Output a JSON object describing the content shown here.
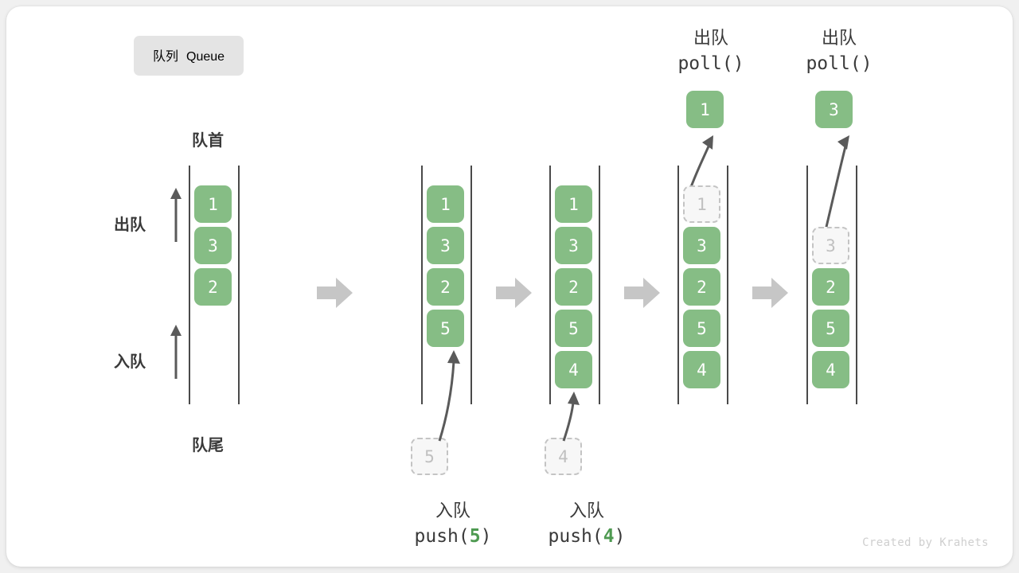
{
  "title": {
    "cn": "队列",
    "en": "Queue"
  },
  "axis_labels": {
    "front": "队首",
    "rear": "队尾",
    "dequeue": "出队",
    "enqueue": "入队"
  },
  "credit": "Created by Krahets",
  "colors": {
    "element_fill": "#86bd85",
    "element_text": "#ffffff",
    "ghost_fill": "#f7f7f7",
    "ghost_border": "#c4c4c4",
    "ghost_text": "#c0c0c0",
    "rail": "#4a4a4a",
    "arrow": "#5a5a5a",
    "block_arrow": "#c6c6c6",
    "badge_bg": "#e4e4e4",
    "text": "#3a3a3a",
    "accent_arg": "#4e9a51",
    "credit": "#cfcfcf"
  },
  "operations": [
    {
      "cn": "入队",
      "fn": "push(",
      "arg": "5",
      "close": ")"
    },
    {
      "cn": "入队",
      "fn": "push(",
      "arg": "4",
      "close": ")"
    },
    {
      "cn": "出队",
      "fn": "poll(",
      "arg": "",
      "close": ")"
    },
    {
      "cn": "出队",
      "fn": "poll(",
      "arg": "",
      "close": ")"
    }
  ],
  "columns": [
    {
      "id": "initial",
      "cells": [
        "1",
        "3",
        "2"
      ],
      "ghost_index": null,
      "incoming": null,
      "popped": null
    },
    {
      "id": "after-push-5",
      "cells": [
        "1",
        "3",
        "2",
        "5"
      ],
      "ghost_index": null,
      "incoming": "5",
      "popped": null
    },
    {
      "id": "after-push-4",
      "cells": [
        "1",
        "3",
        "2",
        "5",
        "4"
      ],
      "ghost_index": null,
      "incoming": "4",
      "popped": null
    },
    {
      "id": "after-poll-1",
      "cells": [
        "1",
        "3",
        "2",
        "5",
        "4"
      ],
      "ghost_index": 0,
      "incoming": null,
      "popped": "1"
    },
    {
      "id": "after-poll-3",
      "cells": [
        "3",
        "2",
        "5",
        "4"
      ],
      "ghost_index": 0,
      "incoming": null,
      "popped": "3"
    }
  ]
}
